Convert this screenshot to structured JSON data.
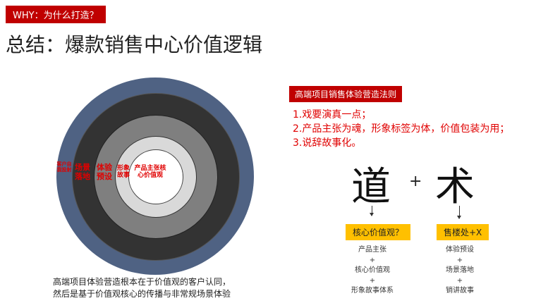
{
  "header": {
    "why_label": "WHY：为什么打造？",
    "title": "总结：爆款销售中心价值逻辑"
  },
  "circle": {
    "colors": {
      "outer": "#4f6283",
      "ring2": "#333333",
      "ring3": "#3e3e3e",
      "ring4": "#7f7f7f",
      "ring5": "#d9d9d9",
      "core": "#ffffff",
      "label": "#e00000"
    },
    "labels": {
      "outer": "客户自我投射",
      "ring2": "场景落地",
      "ring3": "体验预设",
      "ring4": "形象故事",
      "core": "产品主张核心价值观"
    }
  },
  "rules": {
    "heading": "高端项目销售体验营造法则",
    "items": [
      "1.戏要演真一点；",
      "2.产品主张为魂，形象标签为体，价值包装为用；",
      "3.说辞故事化。"
    ]
  },
  "dao_shu": {
    "left_char": "道",
    "plus": "+",
    "right_char": "术",
    "left_tag": "核心价值观？",
    "right_tag": "售楼处+X",
    "left_list": [
      "产品主张",
      "+",
      "核心价值观",
      "+",
      "形象故事体系"
    ],
    "right_list": [
      "体验预设",
      "+",
      "场景落地",
      "+",
      "销讲故事"
    ]
  },
  "bottom_text": [
    "高端项目体验营造根本在于价值观的客户认同，",
    "然后是基于价值观核心的传播与非常规场景体验"
  ]
}
